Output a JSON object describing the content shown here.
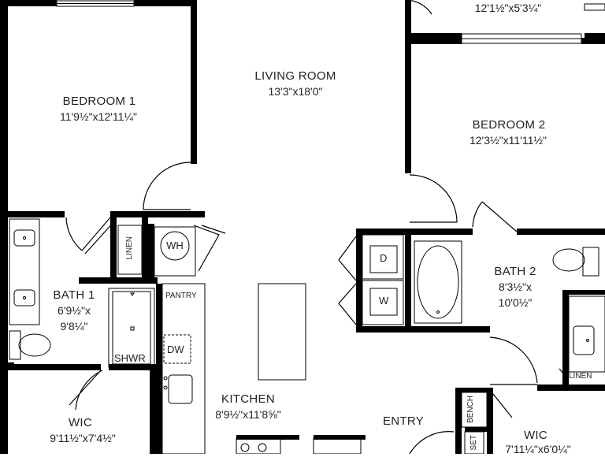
{
  "rooms": {
    "top_right_dims": "12'1½\"x5'3¼\"",
    "living_room": {
      "name": "LIVING ROOM",
      "dims": "13'3\"x18'0\""
    },
    "bedroom1": {
      "name": "BEDROOM  1",
      "dims": "11'9½\"x12'11¼\""
    },
    "bedroom2": {
      "name": "BEDROOM  2",
      "dims": "12'3½\"x11'11½\""
    },
    "bath1": {
      "name": "BATH 1",
      "dims1": "6'9½\"x",
      "dims2": "9'8¼\""
    },
    "bath2": {
      "name": "BATH 2",
      "dims1": "8'3½\"x",
      "dims2": "10'0½\""
    },
    "wic1": {
      "name": "WIC",
      "dims": "9'11½\"x7'4½\""
    },
    "wic2": {
      "name": "WIC",
      "dims": "7'11¼\"x6'0¼\""
    },
    "kitchen": {
      "name": "KITCHEN",
      "dims": "8'9½\"x11'8⅝\""
    },
    "entry": {
      "name": "ENTRY"
    }
  },
  "fixtures": {
    "wh": "WH",
    "linen1": "LINEN",
    "linen2": "LINEN",
    "pantry": "PANTRY",
    "dw": "DW",
    "shwr": "SHWR",
    "dryer": "D",
    "washer": "W",
    "bench": "BENCH",
    "set": "SET"
  }
}
